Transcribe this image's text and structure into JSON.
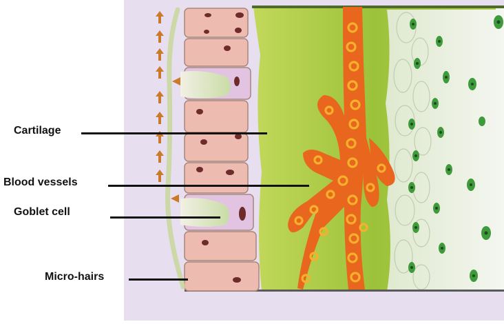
{
  "labels": {
    "cartilage": "Cartilage",
    "blood_vessels": "Blood vessels",
    "goblet_cell": "Goblet cell",
    "micro_hairs": "Micro-hairs"
  },
  "colors": {
    "epithelial_cell": "#eebbb0",
    "goblet_cell": "#e2c4e2",
    "cartilage": "#a8c83c",
    "blood_vessel": "#e8661e",
    "blood_cell": "#f4a82a",
    "connective_tissue": "#e3ecd6",
    "nucleus": "#6e2b2b",
    "green_cell": "#3f9a3c",
    "background_panel": "#e7dff0",
    "mucus_arrow": "#c97a2a"
  }
}
